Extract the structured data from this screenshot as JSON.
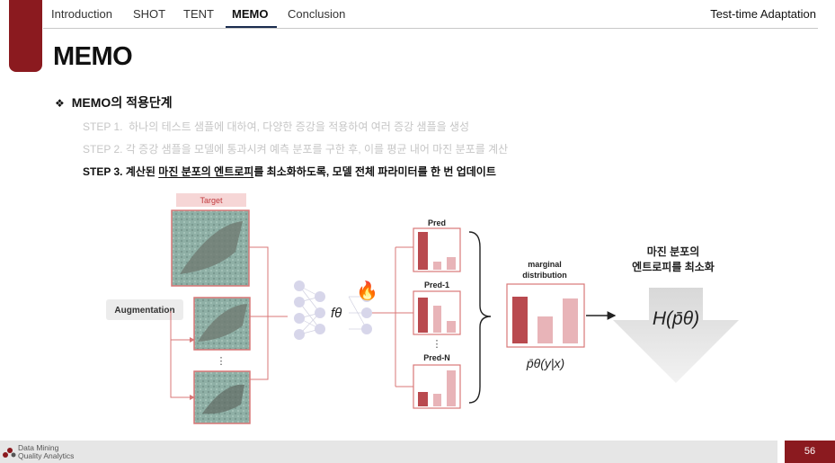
{
  "nav": {
    "items": [
      "Introduction",
      "SHOT",
      "TENT",
      "MEMO",
      "Conclusion"
    ],
    "active": "MEMO",
    "brand_title": "Test-time Adaptation"
  },
  "slide": {
    "title": "MEMO",
    "section_heading": "MEMO의 적용단계",
    "steps": [
      {
        "prefix": "STEP 1.",
        "text": "하나의 테스트 샘플에 대하여, 다양한 증강을 적용하여 여러 증강 샘플을 생성"
      },
      {
        "prefix": "STEP 2.",
        "text": "각 증강 샘플을 모델에 통과시켜 예측 분포를 구한 후, 이를 평균 내어 마진 분포를 계산"
      },
      {
        "prefix": "STEP 3.",
        "text_before": "계산된",
        "underlined": "마진 분포의 엔트로피",
        "text_after": "를 최소화하도록, 모델 전체 파라미터를 한 번 업데이트"
      }
    ]
  },
  "diagram": {
    "target_label": "Target",
    "augmentation_label": "Augmentation",
    "model_label": "fθ",
    "fire_icon": "🔥",
    "vertical_dots": "⋮",
    "pred_labels": [
      "Pred",
      "Pred-1",
      "Pred-N"
    ],
    "marginal_label_line1": "marginal",
    "marginal_label_line2": "distribution",
    "marginal_formula": "p̄θ(y|x)",
    "result_line1": "마진 분포의",
    "result_line2": "엔트로피를 최소화",
    "entropy_formula": "H(p̄θ)"
  },
  "footer": {
    "logo_line1": "Data Mining",
    "logo_line2": "Quality Analytics",
    "page_number": "56"
  },
  "colors": {
    "accent": "#8b1a1f",
    "dark_bar": "#b94a4f",
    "light_bar": "#e8b4b8",
    "frame": "#d97777"
  }
}
